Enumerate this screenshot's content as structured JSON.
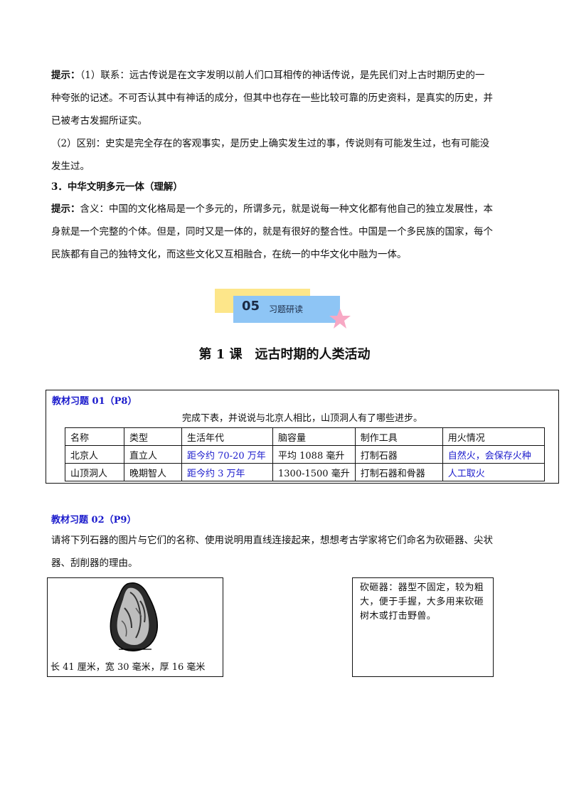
{
  "hint1": {
    "label": "提示：",
    "line1": "（1）联系：远古传说是在文字发明以前人们口耳相传的神话传说，是先民们对上古时期历史的一",
    "line2": "种夸张的记述。不可否认其中有神话的成分，但其中也存在一些比较可靠的历史资料，是真实的历史，并",
    "line3": "已被考古发掘所证实。",
    "line4": "（2）区别：史实是完全存在的客观事实，是历史上确实发生过的事，传说则有可能发生过，也有可能没",
    "line5": "发生过。"
  },
  "heading3": "3．中华文明多元一体（理解）",
  "hint2": {
    "label": "提示：",
    "line1": "含义：中国的文化格局是一个多元的，所谓多元，就是说每一种文化都有他自己的独立发展性，本",
    "line2": "身就是一个完整的个体。但是，同时又是一体的，就是有很好的整合性。中国是一个多民族的国家，每个",
    "line3": "民族都有自己的独特文化，而这些文化又互相融合，在统一的中华文化中融为一体。"
  },
  "section": {
    "number": "05",
    "label": "习题研读"
  },
  "lesson_title": "第 1 课　远古时期的人类活动",
  "exercise1": {
    "title": "教材习题 01（P8）",
    "instruction": "完成下表，并说说与北京人相比，山顶洞人有了哪些进步。",
    "headers": [
      "名称",
      "类型",
      "生活年代",
      "脑容量",
      "制作工具",
      "用火情况"
    ],
    "rows": [
      [
        "北京人",
        "直立人",
        "距今约 70-20 万年",
        "平均 1088 毫升",
        "打制石器",
        "自然火，会保存火种"
      ],
      [
        "山顶洞人",
        "晚期智人",
        "距今约 3 万年",
        "1300-1500 毫升",
        "打制石器和骨器",
        "人工取火"
      ]
    ],
    "colors": {
      "answer": "#1a1acc"
    }
  },
  "exercise2": {
    "title": "教材习题 02（P9）",
    "line1": "请将下列石器的图片与它们的名称、使用说明用直线连接起来，想想考古学家将它们命名为砍砸器、尖状",
    "line2": "器、刮削器的理由。",
    "stone_caption": "长 41 厘米，宽 30 毫米，厚 16 毫米",
    "stone_icon": "stone-tool-illustration",
    "description": "砍砸器：器型不固定，较为粗大，便于手握，大多用来砍砸树木或打击野兽。"
  }
}
